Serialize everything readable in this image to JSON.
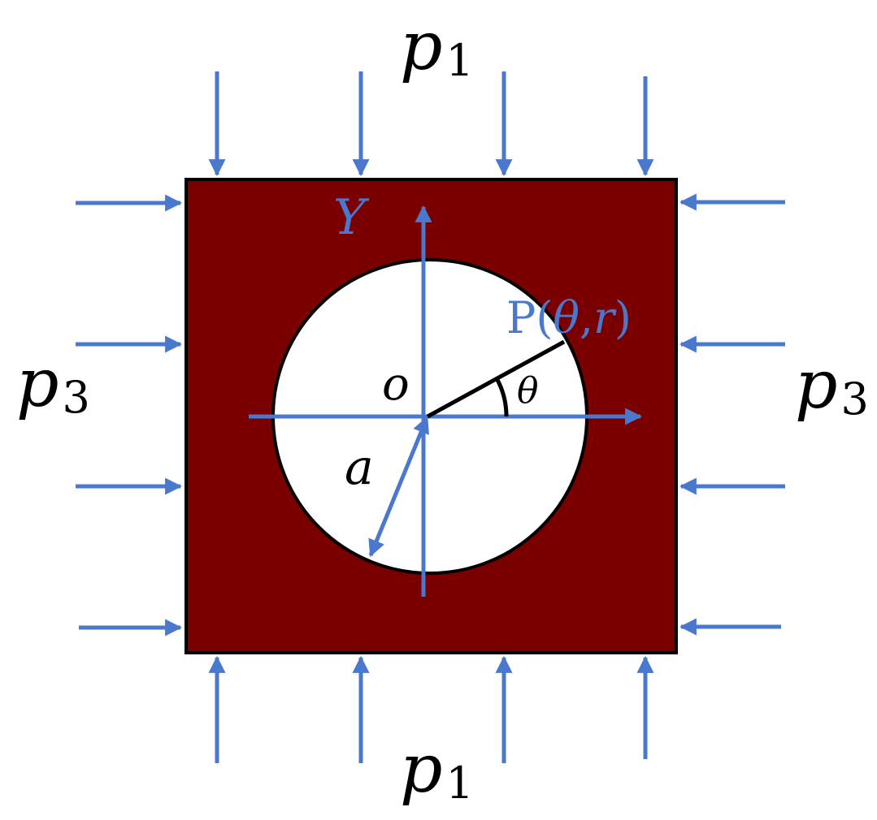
{
  "colors": {
    "plate_fill": "#7a0000",
    "plate_stroke": "#000000",
    "arrow": "#4a78cc",
    "hole_fill": "#ffffff",
    "text": "#000000"
  },
  "labels": {
    "p1_top": {
      "main": "p",
      "sub": "1"
    },
    "p1_bottom": {
      "main": "p",
      "sub": "1"
    },
    "p3_left": {
      "main": "p",
      "sub": "3"
    },
    "p3_right": {
      "main": "p",
      "sub": "3"
    },
    "y_axis": "Y",
    "origin": "o",
    "theta": "θ",
    "radius": "a",
    "point": {
      "prefix": "P(",
      "theta": "θ",
      "comma": ",",
      "r": "r",
      "suffix": ")"
    }
  }
}
